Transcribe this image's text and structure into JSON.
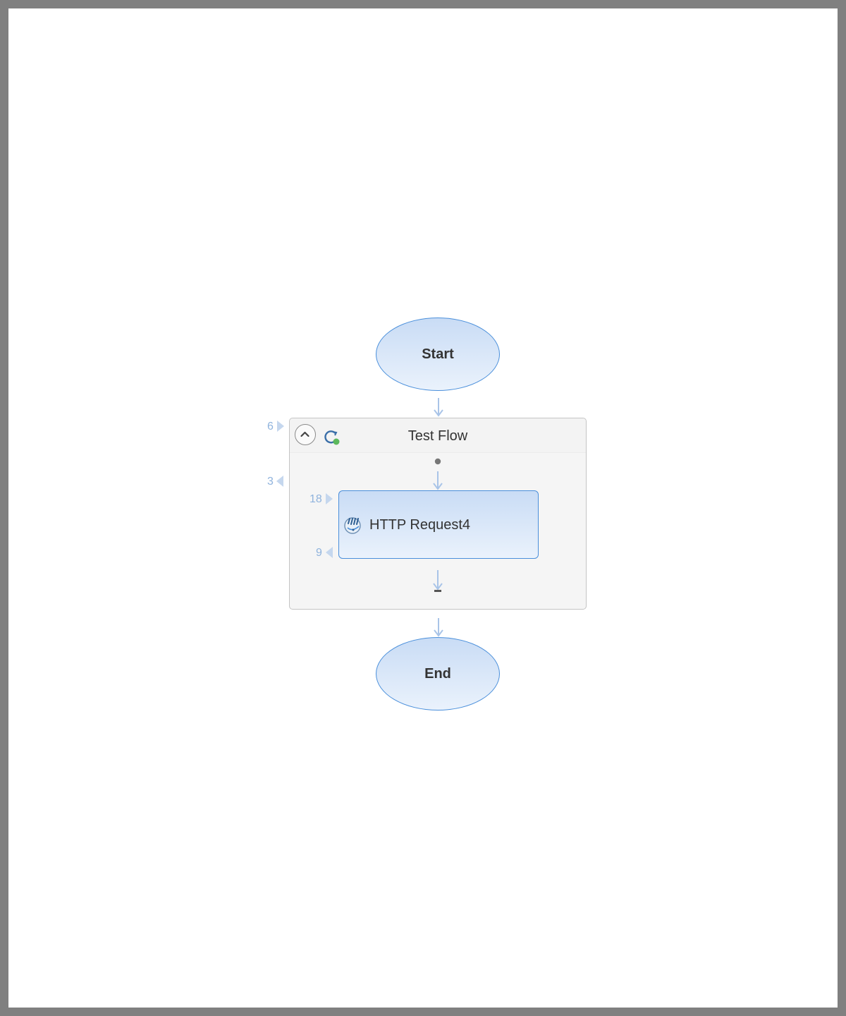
{
  "flow": {
    "start_label": "Start",
    "end_label": "End",
    "group": {
      "title": "Test Flow",
      "in_count": "6",
      "out_count": "3"
    },
    "task": {
      "label": "HTTP Request4",
      "in_count": "18",
      "out_count": "9"
    }
  },
  "colors": {
    "node_border": "#4a8fdb",
    "node_fill_top": "#c9dcf5",
    "node_fill_bottom": "#eaf2fc",
    "connector": "#a9c4e8",
    "port_text": "#8fb3dd",
    "status_ok": "#5cb85c"
  }
}
